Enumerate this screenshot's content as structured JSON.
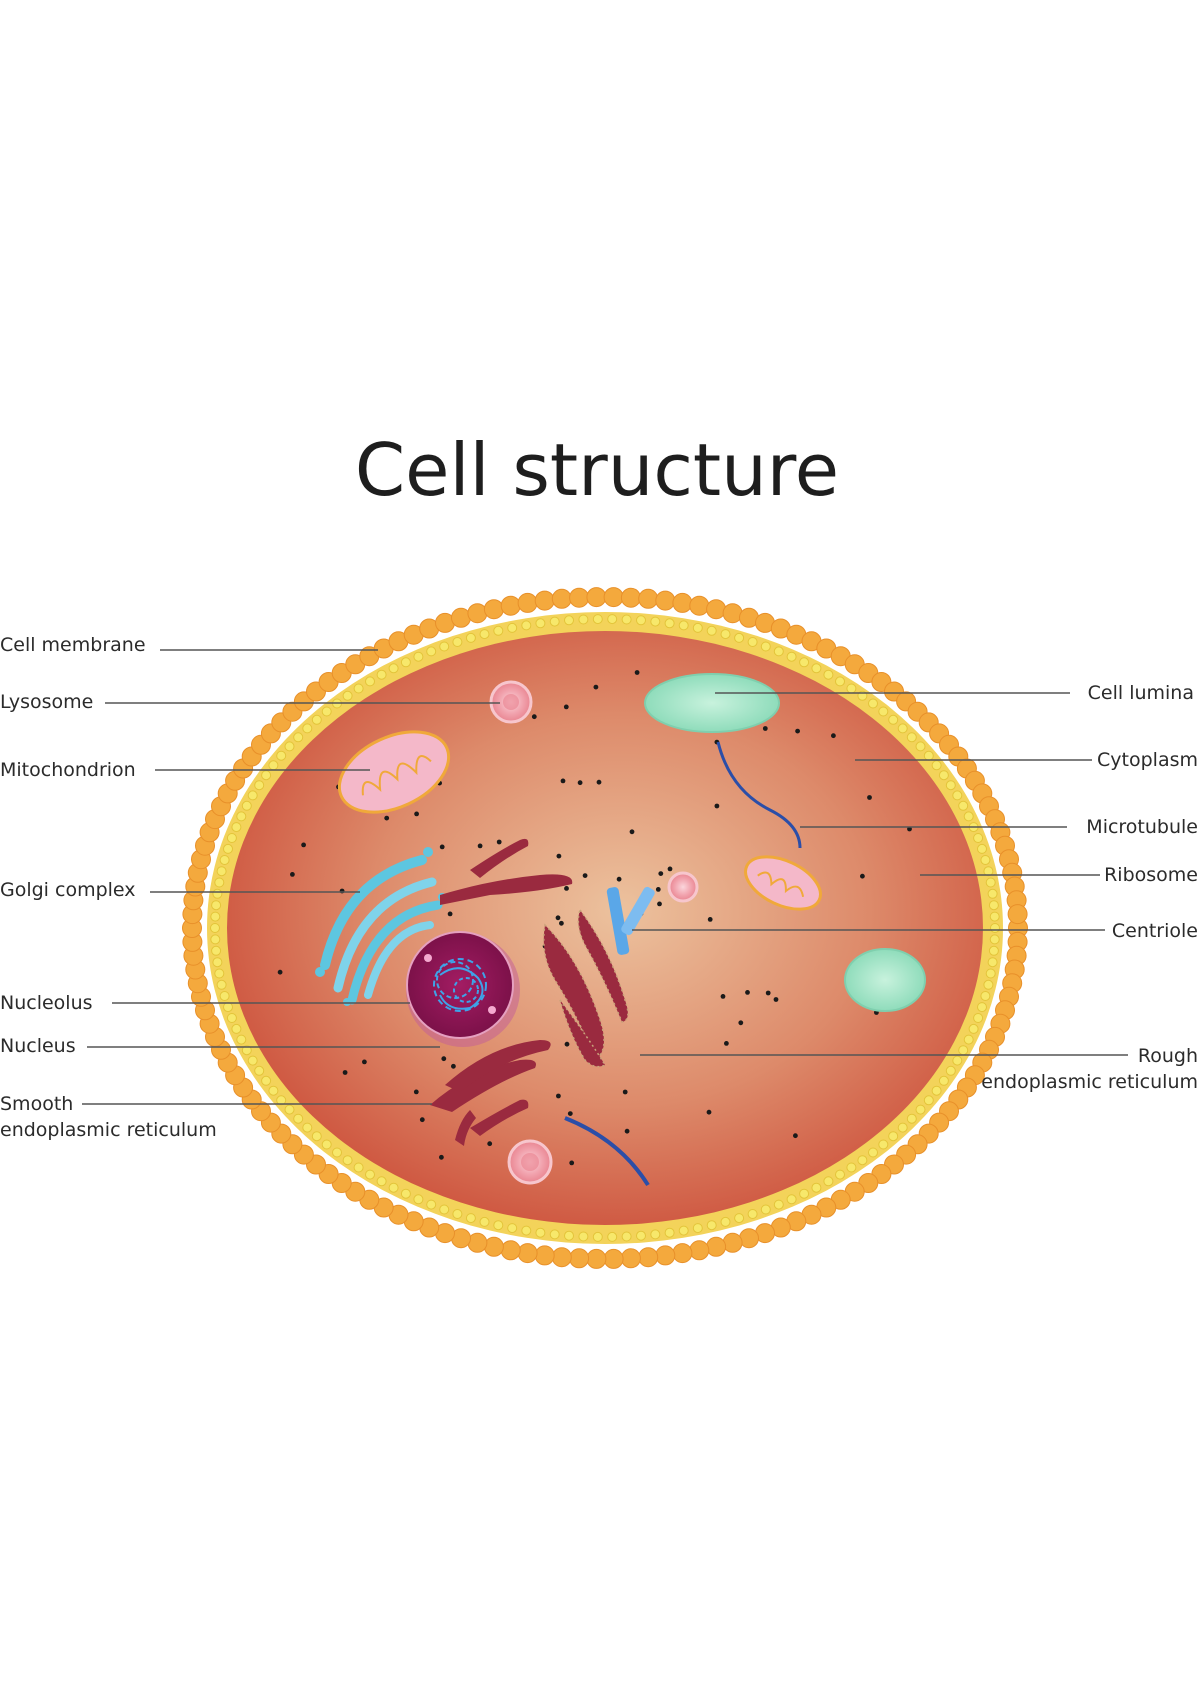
{
  "title": "Cell structure",
  "labels": {
    "cell_membrane": "Cell membrane",
    "lysosome": "Lysosome",
    "mitochondrion": "Mitochondrion",
    "golgi_complex": "Golgi complex",
    "nucleolus": "Nucleolus",
    "nucleus": "Nucleus",
    "smooth_er_line1": "Smooth",
    "smooth_er_line2": "endoplasmic reticulum",
    "cell_lumina": "Cell lumina",
    "cytoplasm": "Cytoplasm",
    "microtubule": "Microtubule",
    "ribosome": "Ribosome",
    "centriole": "Centriole",
    "rough_er_line1": "Rough",
    "rough_er_line2": "endoplasmic reticulum"
  },
  "colors": {
    "membrane_outer": "#f4a93d",
    "membrane_inner": "#f3e04a",
    "cytoplasm_center": "#e8b48f",
    "cytoplasm_edge": "#cf4f3a",
    "mitochondrion": "#f2b5c8",
    "lysosome": "#f2a7b1",
    "lumina": "#9ee2c4",
    "golgi": "#5dc6e0",
    "nucleus": "#8e1756",
    "chromatin": "#3ea3e8",
    "er": "#9a2a3f",
    "microtubule": "#2b4ea8",
    "centriole": "#5aa7e8",
    "ribosome": "#1a1a1a"
  }
}
